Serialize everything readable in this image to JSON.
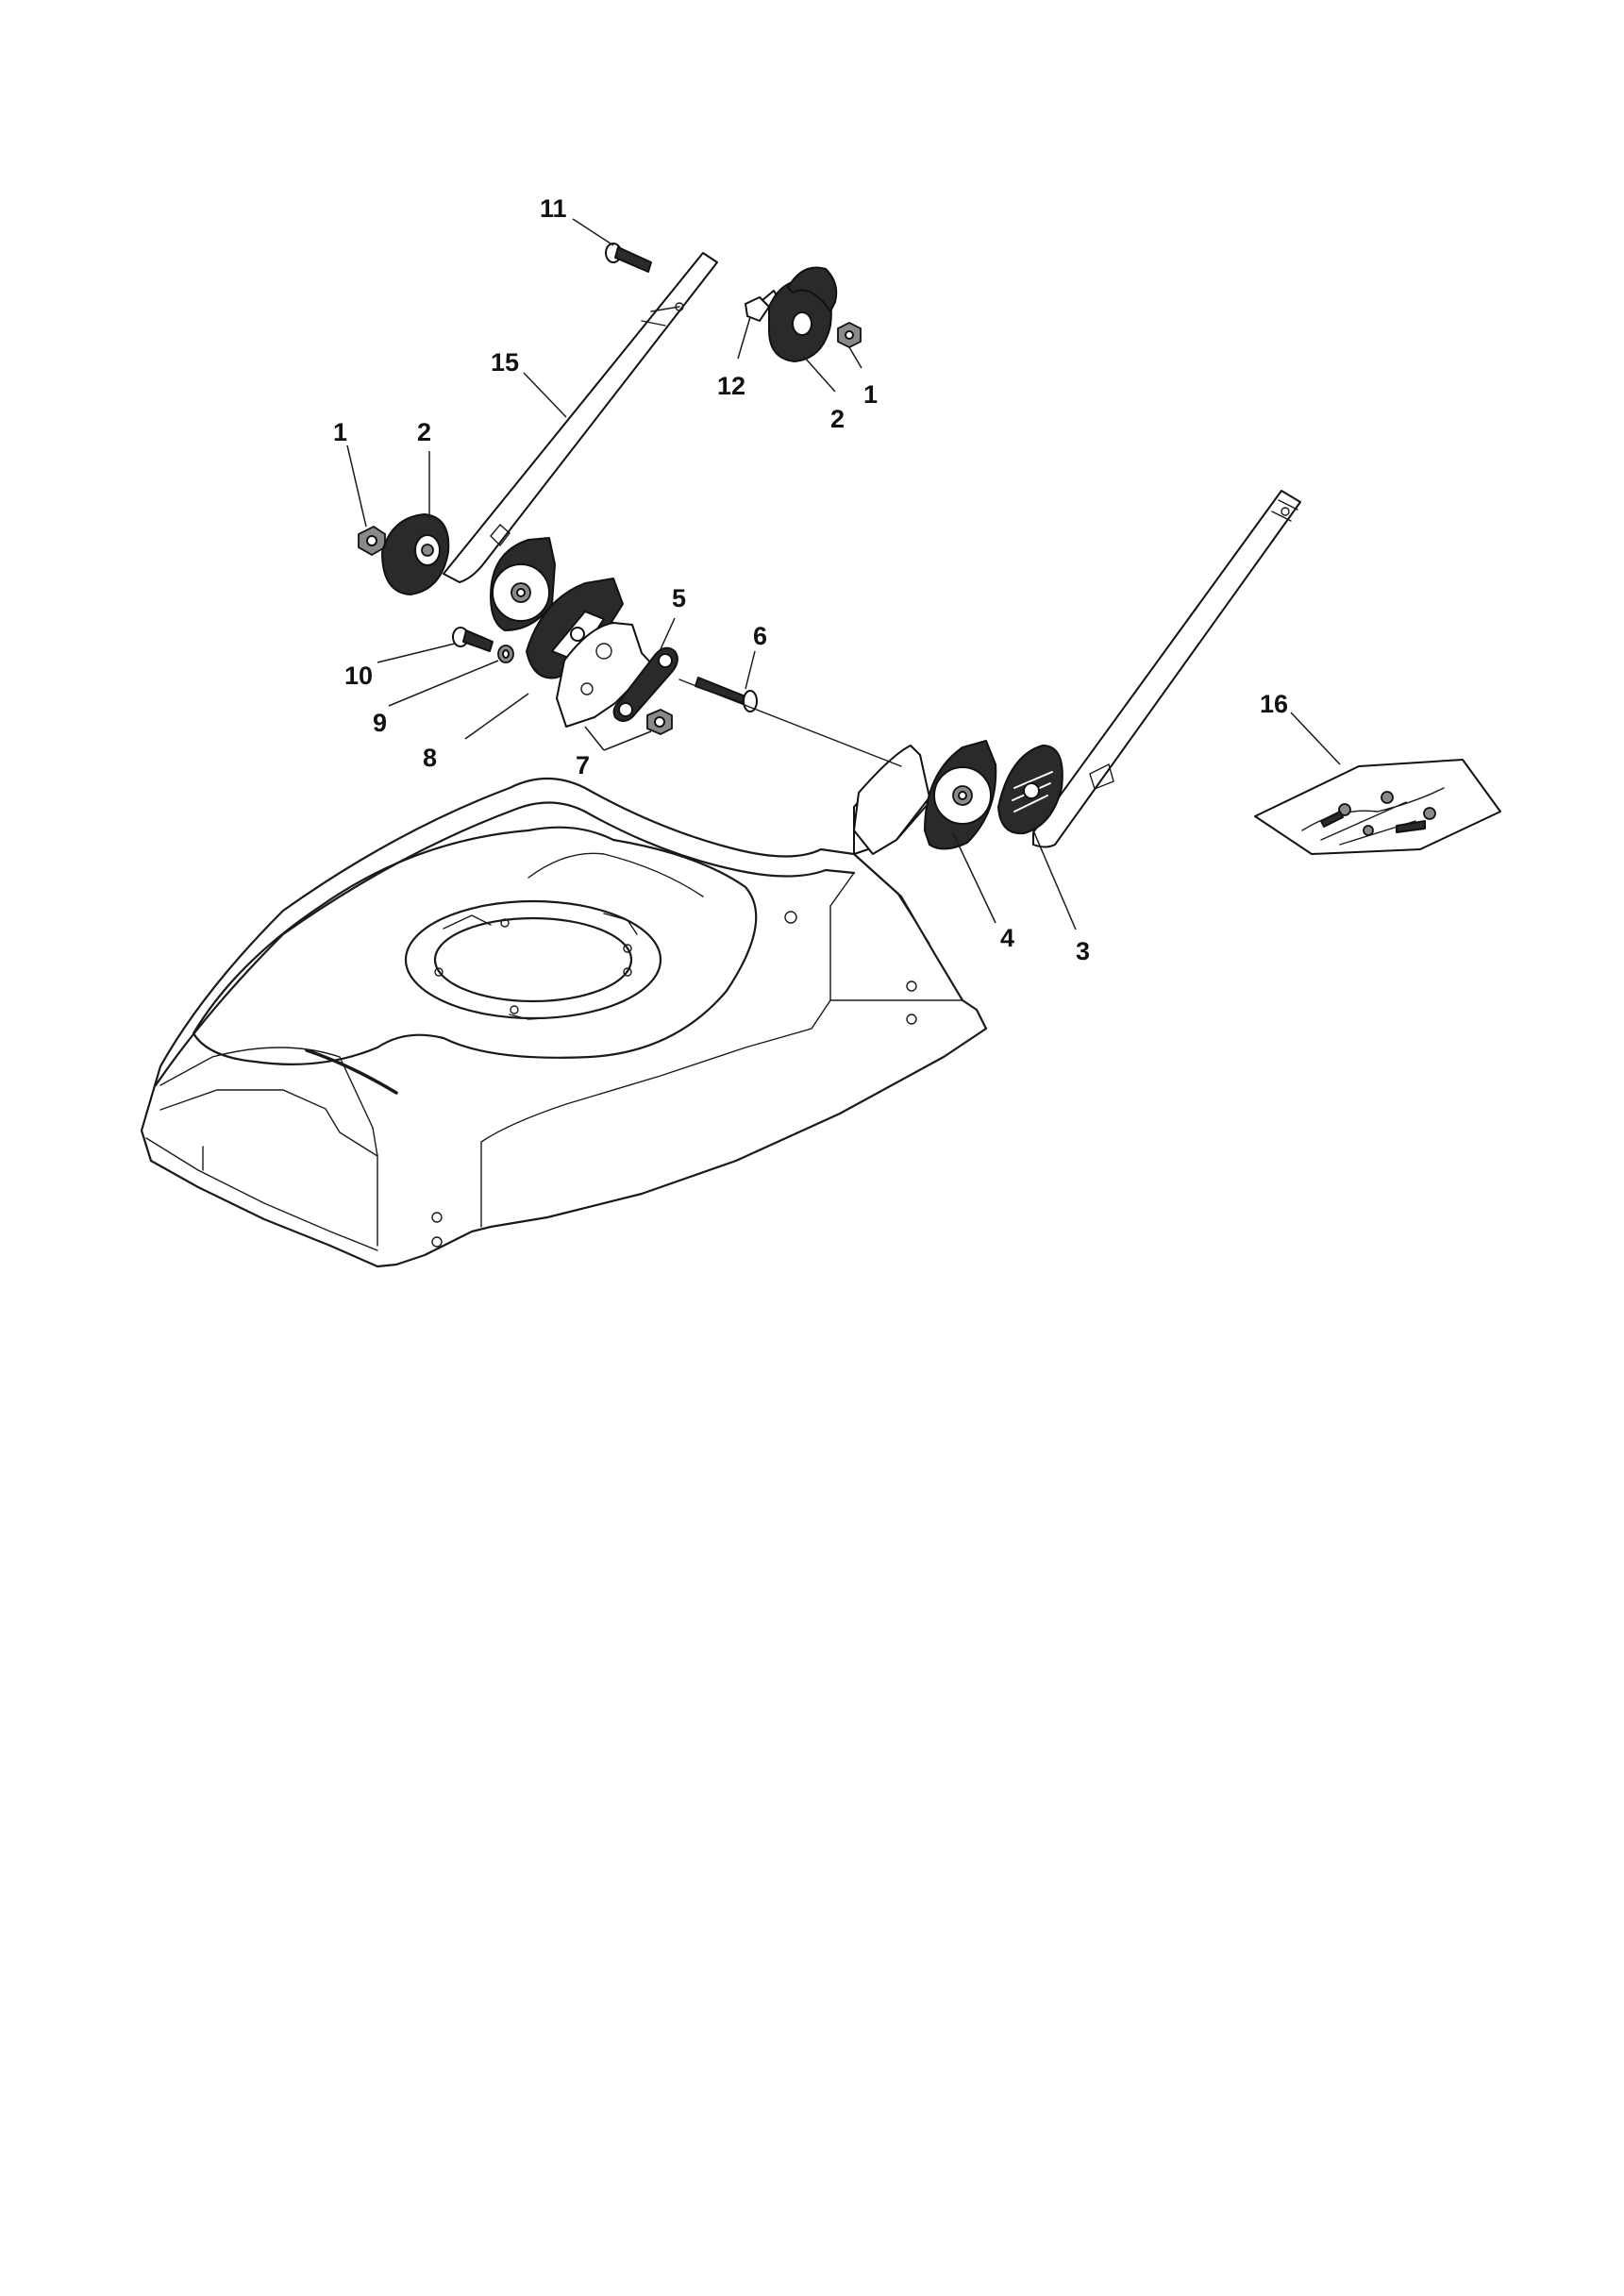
{
  "callouts": [
    {
      "id": "c11",
      "text": "11"
    },
    {
      "id": "c15",
      "text": "15"
    },
    {
      "id": "c12",
      "text": "12"
    },
    {
      "id": "c2a",
      "text": "2"
    },
    {
      "id": "c1a",
      "text": "1"
    },
    {
      "id": "c1b",
      "text": "1"
    },
    {
      "id": "c2b",
      "text": "2"
    },
    {
      "id": "c5",
      "text": "5"
    },
    {
      "id": "c6",
      "text": "6"
    },
    {
      "id": "c10",
      "text": "10"
    },
    {
      "id": "c9",
      "text": "9"
    },
    {
      "id": "c8",
      "text": "8"
    },
    {
      "id": "c7",
      "text": "7"
    },
    {
      "id": "c16",
      "text": "16"
    },
    {
      "id": "c4",
      "text": "4"
    },
    {
      "id": "c3",
      "text": "3"
    }
  ]
}
